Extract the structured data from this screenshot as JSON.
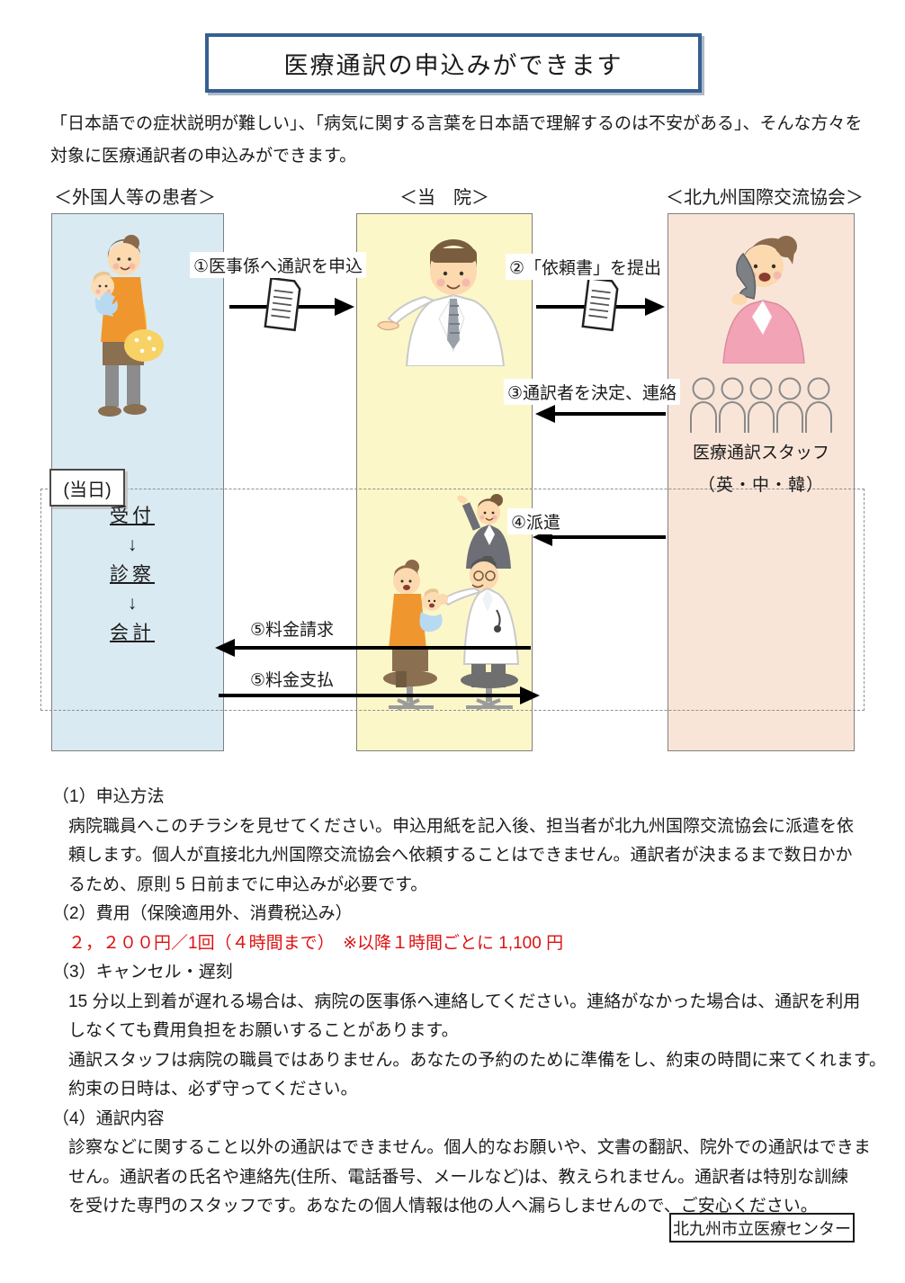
{
  "title": "医療通訳の申込みができます",
  "intro": {
    "line1": "「日本語での症状説明が難しい」、「病気に関する言葉を日本語で理解するのは不安がある」、そんな方々を",
    "line2": "対象に医療通訳者の申込みができます。"
  },
  "diagram": {
    "col_patient": "＜外国人等の患者＞",
    "col_hospital": "＜当　院＞",
    "col_association": "＜北九州国際交流協会＞",
    "arrow1": "①医事係へ通訳を申込",
    "arrow2": "②「依頼書」を提出",
    "arrow3": "③通訳者を決定、連絡",
    "arrow4": "④派遣",
    "arrow5_request": "⑤料金請求",
    "arrow5_pay": "⑤料金支払",
    "day_label": "(当日)",
    "day_flow": [
      "受付",
      "↓",
      "診察",
      "↓",
      "会計"
    ],
    "staff_label": "医療通訳スタッフ",
    "staff_languages": "（英・中・韓）"
  },
  "sections": [
    {
      "heading": "（1）申込方法",
      "lines": [
        "病院職員へこのチラシを見せてください。申込用紙を記入後、担当者が北九州国際交流協会に派遣を依",
        "頼します。個人が直接北九州国際交流協会へ依頼することはできません。通訳者が決まるまで数日かか",
        "るため、原則 5 日前までに申込みが必要です。"
      ]
    },
    {
      "heading": "（2）費用（保険適用外、消費税込み）",
      "lines": [
        "２，２００円／1回（４時間まで）　※以降１時間ごとに 1,100 円"
      ]
    },
    {
      "heading": "（3）キャンセル・遅刻",
      "lines": [
        "15 分以上到着が遅れる場合は、病院の医事係へ連絡してください。連絡がなかった場合は、通訳を利用",
        "しなくても費用負担をお願いすることがあります。",
        "通訳スタッフは病院の職員ではありません。あなたの予約のために準備をし、約束の時間に来てくれます。",
        "約束の日時は、必ず守ってください。"
      ]
    },
    {
      "heading": "（4）通訳内容",
      "lines": [
        "診察などに関すること以外の通訳はできません。個人的なお願いや、文書の翻訳、院外での通訳はできま",
        "せん。通訳者の氏名や連絡先(住所、電話番号、メールなど)は、教えられません。通訳者は特別な訓練",
        "を受けた専門のスタッフです。あなたの個人情報は他の人へ漏らしませんので、ご安心ください。"
      ]
    }
  ],
  "footer": {
    "label": "北九州市立医療センター"
  },
  "colors": {
    "title_border": "#365f91",
    "patient_column": "#daeaf2",
    "hospital_column": "#fcf7c9",
    "association_column": "#f9e5d8",
    "fee_text": "#dd1111"
  }
}
